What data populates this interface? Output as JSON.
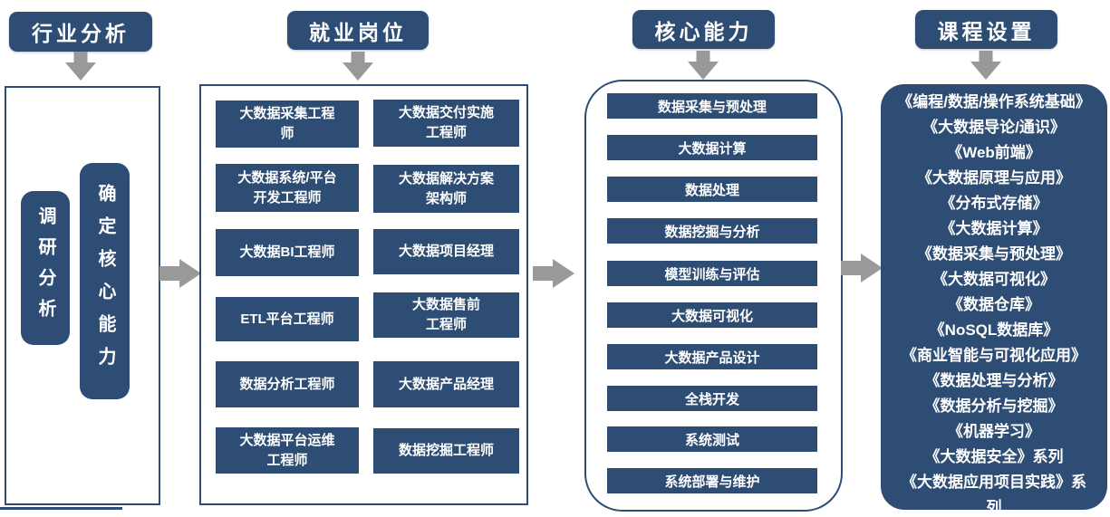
{
  "colors": {
    "navy": "#2E4D74",
    "arrow_gray": "#999999",
    "text_on_navy": "#ffffff"
  },
  "headers": {
    "industry": "行业分析",
    "jobs": "就业岗位",
    "skills": "核心能力",
    "courses": "课程设置"
  },
  "industry": {
    "steps": [
      "调研分析",
      "确定核心能力"
    ]
  },
  "jobs": {
    "left": [
      "大数据采集工程\n师",
      "大数据系统/平台\n开发工程师",
      "大数据BI工程师",
      "ETL平台工程师",
      "数据分析工程师",
      "大数据平台运维\n工程师"
    ],
    "right": [
      "大数据交付实施\n工程师",
      "大数据解决方案\n架构师",
      "大数据项目经理",
      "大数据售前\n工程师",
      "大数据产品经理",
      "数据挖掘工程师"
    ]
  },
  "skills": {
    "items": [
      "数据采集与预处理",
      "大数据计算",
      "数据处理",
      "数据挖掘与分析",
      "模型训练与评估",
      "大数据可视化",
      "大数据产品设计",
      "全栈开发",
      "系统测试",
      "系统部署与维护"
    ]
  },
  "courses": {
    "items": [
      "《编程/数据/操作系统基础》",
      "《大数据导论/通识》",
      "《Web前端》",
      "《大数据原理与应用》",
      "《分布式存储》",
      "《大数据计算》",
      "《数据采集与预处理》",
      "《大数据可视化》",
      "《数据仓库》",
      "《NoSQL数据库》",
      "《商业智能与可视化应用》",
      "《数据处理与分析》",
      "《数据分析与挖掘》",
      "《机器学习》",
      "《大数据安全》系列",
      "《大数据应用项目实践》系\n列"
    ]
  }
}
